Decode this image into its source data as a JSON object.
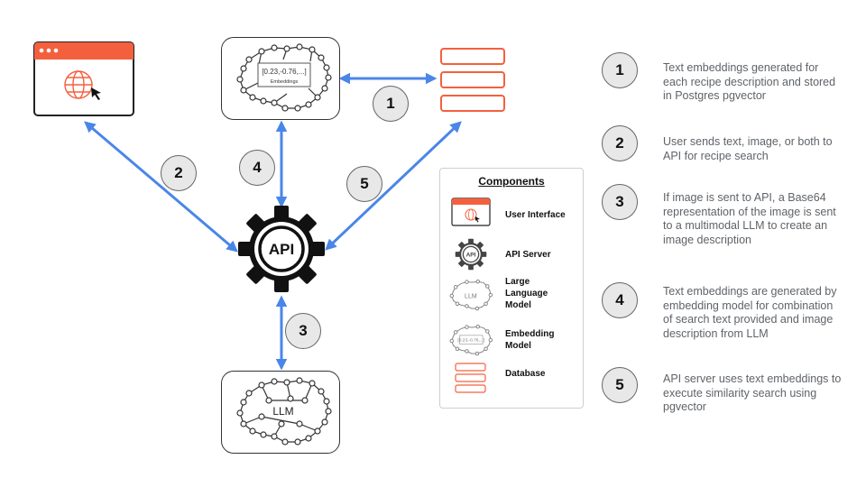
{
  "nodes": {
    "ui": {
      "name": "user-interface"
    },
    "embedding": {
      "vector_text": "[0.23,-0.76,...]",
      "caption": "Embeddings"
    },
    "database": {
      "name": "database"
    },
    "api": {
      "label": "API"
    },
    "llm": {
      "label": "LLM"
    }
  },
  "arrow_badges": [
    "1",
    "2",
    "3",
    "4",
    "5"
  ],
  "legend": {
    "title": "Components",
    "items": [
      {
        "label": "User Interface"
      },
      {
        "label": "API Server"
      },
      {
        "label": "Large Language Model"
      },
      {
        "label": "Embedding Model"
      },
      {
        "label": "Database"
      }
    ],
    "api_icon_label": "API",
    "llm_icon_label": "LLM",
    "emb_icon_label": "[0.23,-0.76,...]"
  },
  "steps": [
    {
      "num": "1",
      "text": "Text embeddings generated for each recipe description and stored in Postgres pgvector"
    },
    {
      "num": "2",
      "text": "User sends text, image, or both to API for recipe search"
    },
    {
      "num": "3",
      "text": "If image is sent to API, a Base64 representation of the image is sent to a multimodal LLM to create an image description"
    },
    {
      "num": "4",
      "text": "Text embeddings are generated by embedding model for combination of search text provided and image description from LLM"
    },
    {
      "num": "5",
      "text": "API server uses text embeddings to execute similarity search using pgvector"
    }
  ],
  "colors": {
    "arrow": "#4a86e8",
    "accent": "#f4603e",
    "badge_bg": "#e8e8e8"
  }
}
